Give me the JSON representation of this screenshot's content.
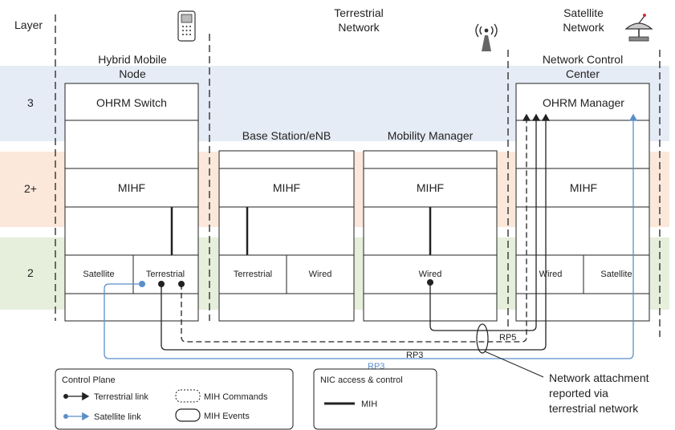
{
  "header": {
    "layer": "Layer",
    "terrestrial_network_1": "Terrestrial",
    "terrestrial_network_2": "Network",
    "satellite_network_1": "Satellite",
    "satellite_network_2": "Network"
  },
  "layers": {
    "l3": "3",
    "l2plus": "2+",
    "l2": "2"
  },
  "nodes": {
    "hmn_title_1": "Hybrid Mobile",
    "hmn_title_2": "Node",
    "ohrm_switch": "OHRM Switch",
    "hmn_mihf": "MIHF",
    "hmn_satellite": "Satellite",
    "hmn_terrestrial": "Terrestrial",
    "bs_title": "Base Station/eNB",
    "bs_mihf": "MIHF",
    "bs_terrestrial": "Terrestrial",
    "bs_wired": "Wired",
    "mm_title": "Mobility Manager",
    "mm_mihf": "MIHF",
    "mm_wired": "Wired",
    "ncc_title_1": "Network Control",
    "ncc_title_2": "Center",
    "ohrm_manager": "OHRM Manager",
    "ncc_mihf": "MIHF",
    "ncc_wired": "Wired",
    "ncc_satellite": "Satellite"
  },
  "links": {
    "rp5": "RP5",
    "rp3_black": "RP3",
    "rp3_blue": "RP3"
  },
  "annotation": {
    "line1": "Network attachment",
    "line2": "reported via",
    "line3": "terrestrial network"
  },
  "legend": {
    "control_plane": "Control Plane",
    "terrestrial_link": "Terrestrial link",
    "satellite_link": "Satellite link",
    "mih_commands": "MIH Commands",
    "mih_events": "MIH Events",
    "nic_title": "NIC access & control",
    "mih": "MIH"
  },
  "icons": {
    "handset": "mobile-phone-icon",
    "tower": "antenna-tower-icon",
    "dish": "satellite-dish-icon"
  },
  "colors": {
    "band3": "#e6ecf5",
    "band2plus": "#fbe8db",
    "band2": "#e6efdc",
    "terrestrial_link": "#222222",
    "satellite_link": "#5b8fc9"
  }
}
